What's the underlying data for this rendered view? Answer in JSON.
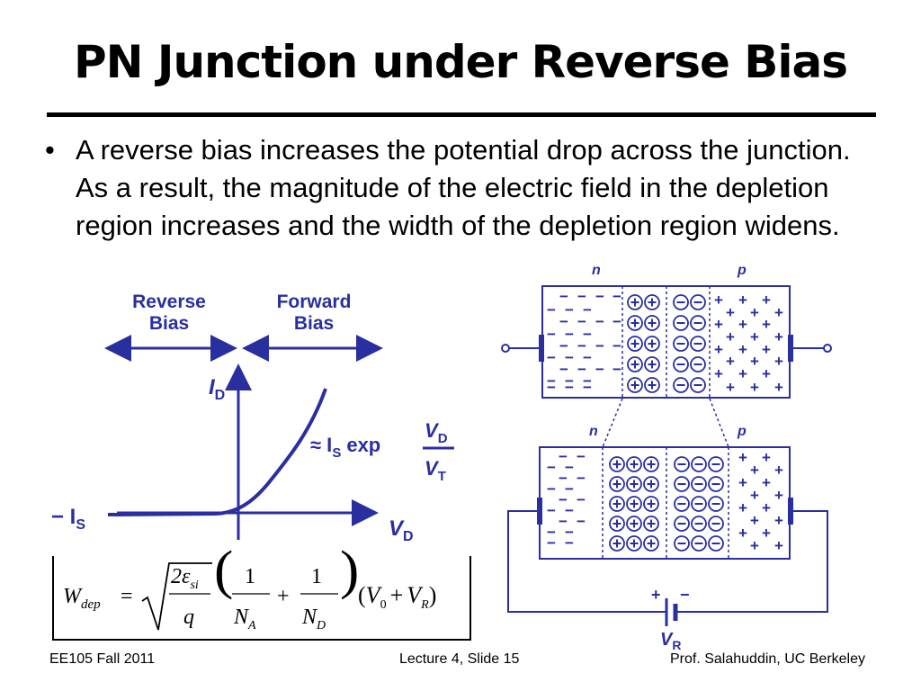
{
  "slide": {
    "title": "PN Junction under Reverse Bias",
    "bullet_symbol": "•",
    "bullet_text": "A reverse bias increases the potential drop across the junction.  As a result, the magnitude of the electric field in the depletion region increases and the width of the depletion region widens."
  },
  "iv_graph": {
    "reverse_bias_label_line1": "Reverse",
    "reverse_bias_label_line2": "Bias",
    "forward_bias_label_line1": "Forward",
    "forward_bias_label_line2": "Bias",
    "y_axis_symbol": "I",
    "y_axis_subscript": "D",
    "x_axis_symbol": "V",
    "x_axis_subscript": "D",
    "neg_is_prefix": "− I",
    "neg_is_subscript": "S",
    "approx_prefix": "≈ I",
    "approx_subscript": "S",
    "approx_func": "exp",
    "frac_num": "V",
    "frac_num_sub": "D",
    "frac_den": "V",
    "frac_den_sub": "T"
  },
  "junction_top": {
    "n_label": "n",
    "p_label": "p",
    "n_charge": "−",
    "p_charge": "+"
  },
  "junction_bottom": {
    "n_label": "n",
    "p_label": "p",
    "battery_plus": "+",
    "battery_minus": "−",
    "battery_symbol": "V",
    "battery_subscript": "R"
  },
  "equation": {
    "lhs": "W",
    "lhs_sub": "dep",
    "eq": "=",
    "sqrt_num": "2ε",
    "sqrt_num_sub": "si",
    "sqrt_den": "q",
    "one_a": "1",
    "na": "N",
    "na_sub": "A",
    "plus": "+",
    "one_b": "1",
    "nd": "N",
    "nd_sub": "D",
    "paren_expr_v0": "V",
    "v0_sub": "0",
    "paren_plus": "+",
    "vr": "V",
    "vr_sub": "R"
  },
  "footer": {
    "left": "EE105 Fall 2011",
    "center": "Lecture 4, Slide 15",
    "right": "Prof. Salahuddin, UC Berkeley"
  },
  "colors": {
    "accent": "#2a2fa0",
    "text": "#000000"
  }
}
